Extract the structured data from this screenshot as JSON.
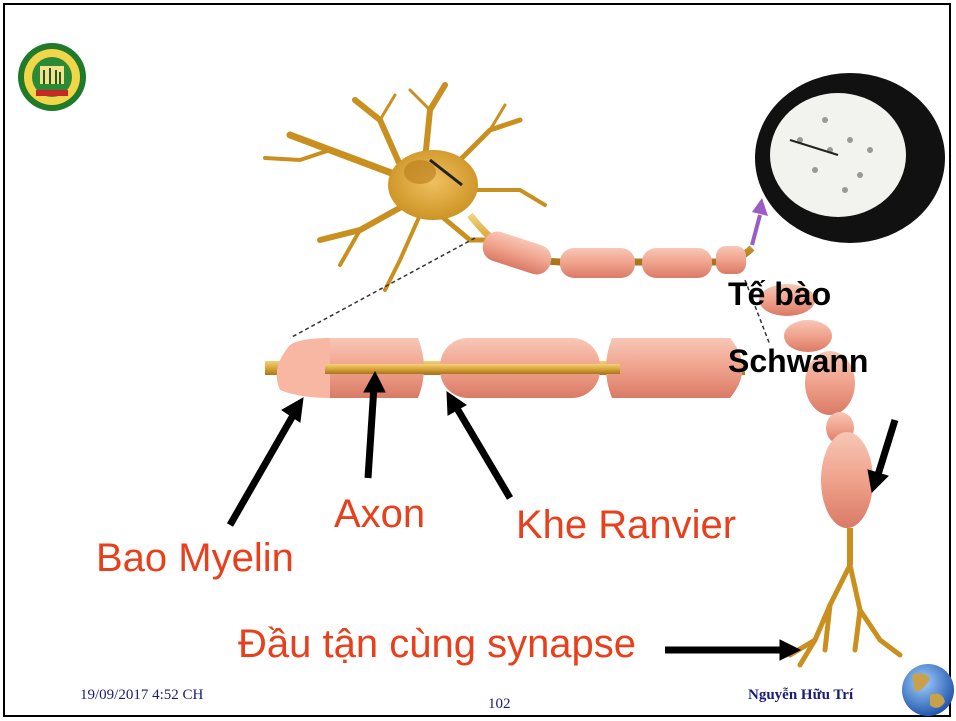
{
  "labels": {
    "schwann_line1": "Tế bào",
    "schwann_line2": "Schwann",
    "axon": "Axon",
    "ranvier": "Khe Ranvier",
    "myelin": "Bao Myelin",
    "synapse": "Đầu tận cùng synapse"
  },
  "footer": {
    "datetime": "19/09/2017 4:52 CH",
    "page_number": "102",
    "author": "Nguyễn Hữu Trí"
  },
  "colors": {
    "label_red": "#e8401c",
    "myelin_pink": "#f2a58f",
    "axon_gold": "#d9a63a",
    "footer_blue": "#1a1a7a"
  },
  "icons": [
    "university-logo",
    "globe-icon"
  ]
}
